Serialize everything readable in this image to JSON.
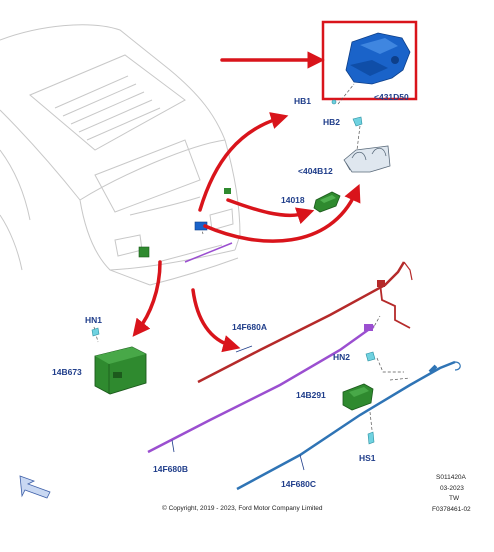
{
  "labels": {
    "part_431d50": "<431D50",
    "hb1": "HB1",
    "hb2": "HB2",
    "part_404b12": "<404B12",
    "part_14018": "14018",
    "hn1": "HN1",
    "part_14b673": "14B673",
    "part_14f680a": "14F680A",
    "hn2": "HN2",
    "part_14b291": "14B291",
    "part_14f680b": "14F680B",
    "hs1": "HS1",
    "part_14f680c": "14F680C"
  },
  "footer": {
    "copyright": "© Copyright, 2019 - 2023, Ford Motor Company Limited",
    "ref_code": "S011420A",
    "date": "03-2023",
    "region": "TW",
    "figure_id": "F0378461-02"
  },
  "colors": {
    "callout_red": "#d9141b",
    "label_blue": "#1f3d8a",
    "module_blue": "#1a63c9",
    "module_green": "#2f8a2f",
    "harness_red": "#b52a2a",
    "harness_purple": "#9b4fd0",
    "harness_blue": "#2f74b5",
    "vehicle_line": "#c8c8c8"
  }
}
